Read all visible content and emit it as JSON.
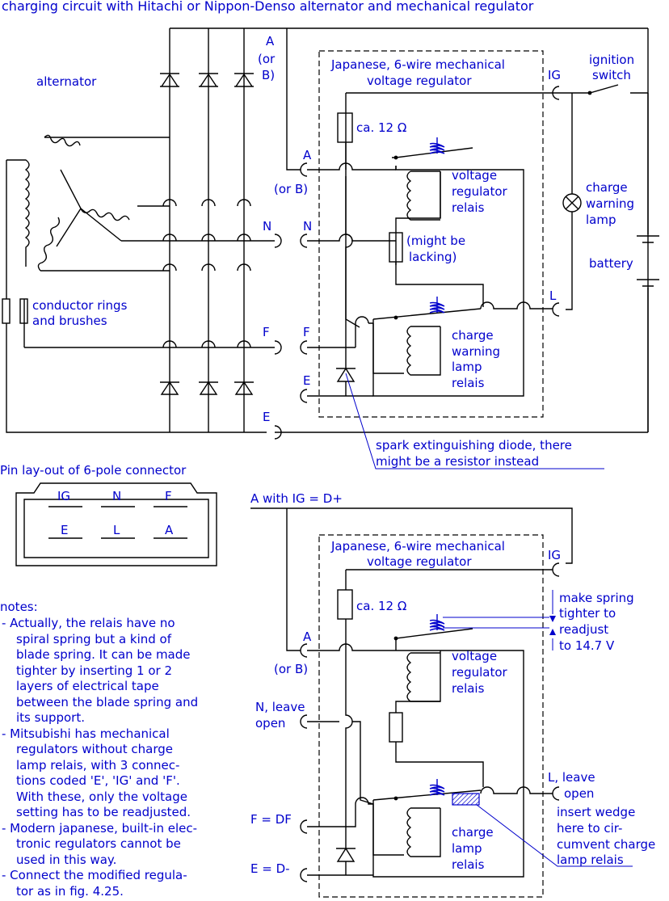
{
  "title": "charging circuit with Hitachi or Nippon-Denso alternator and mechanical regulator",
  "top": {
    "alternator": "alternator",
    "regulator_l1": "Japanese, 6-wire mechanical",
    "regulator_l2": "voltage regulator",
    "term_a": "A",
    "term_a_or": "(or",
    "term_b": "B)",
    "term_a_reg": "A",
    "term_a_reg_or": "(or B)",
    "term_n": "N",
    "term_f": "F",
    "term_e": "E",
    "term_ig": "IG",
    "term_l": "L",
    "resistor": "ca. 12 Ω",
    "vr_relais_l1": "voltage",
    "vr_relais_l2": "regulator",
    "vr_relais_l3": "relais",
    "might_l1": "(might be",
    "might_l2": "lacking)",
    "cw_relais_l1": "charge",
    "cw_relais_l2": "warning",
    "cw_relais_l3": "lamp",
    "cw_relais_l4": "relais",
    "ignition_l1": "ignition",
    "ignition_l2": "switch",
    "lamp_l1": "charge",
    "lamp_l2": "warning",
    "lamp_l3": "lamp",
    "battery": "battery",
    "rings_l1": "conductor rings",
    "rings_l2": "and brushes",
    "diode_l1": "spark extinguishing diode, there",
    "diode_l2": "might be a resistor instead"
  },
  "connector": {
    "title": "Pin lay-out of 6-pole connector",
    "pins": [
      "IG",
      "N",
      "F",
      "E",
      "L",
      "A"
    ]
  },
  "notes": {
    "heading": "notes:",
    "lines": [
      "- Actually, the relais have no",
      "spiral spring but a kind of",
      "blade spring. It can be made",
      "tighter by inserting 1 or 2",
      "layers of electrical tape",
      "between the blade spring and",
      "its support.",
      "- Mitsubishi has mechanical",
      "regulators without charge",
      "lamp relais, with 3 connec-",
      "tions coded 'E', 'IG' and 'F'.",
      "With these, only the voltage",
      "setting has to be readjusted.",
      "- Modern japanese, built-in elec-",
      "tronic regulators cannot be",
      "used in this way.",
      "- Connect the modified regula-",
      "tor as in fig. 4.25."
    ]
  },
  "bottom": {
    "a_ig": "A with IG = D+",
    "regulator_l1": "Japanese, 6-wire mechanical",
    "regulator_l2": "voltage regulator",
    "term_ig": "IG",
    "resistor": "ca. 12 Ω",
    "spring_l1": "make spring",
    "spring_l2": "tighter to",
    "spring_l3": "readjust",
    "spring_l4": "to 14.7 V",
    "term_a": "A",
    "term_a_or": "(or B)",
    "vr_relais_l1": "voltage",
    "vr_relais_l2": "regulator",
    "vr_relais_l3": "relais",
    "n_leave_l1": "N, leave",
    "n_leave_l2": "open",
    "l_leave_l1": "L, leave",
    "l_leave_l2": "open",
    "wedge_l1": "insert wedge",
    "wedge_l2": "here to cir-",
    "wedge_l3": "cumvent charge",
    "wedge_l4": "lamp relais",
    "f_df": "F = DF",
    "e_d": "E = D-",
    "cl_relais_l1": "charge",
    "cl_relais_l2": "lamp",
    "cl_relais_l3": "relais"
  }
}
